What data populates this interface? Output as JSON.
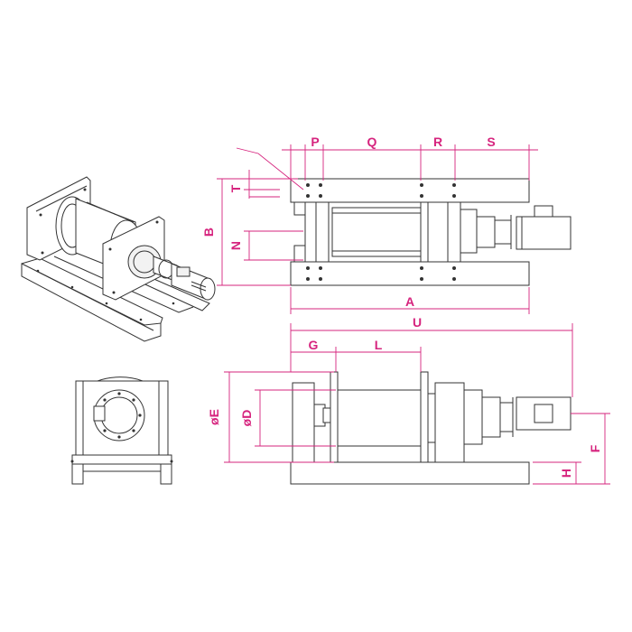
{
  "colors": {
    "line": "#333333",
    "dimension": "#d6247e",
    "background": "#ffffff"
  },
  "dimensions": {
    "P": "P",
    "Q": "Q",
    "R": "R",
    "S": "S",
    "T": "T",
    "B": "B",
    "N": "N",
    "A": "A",
    "U": "U",
    "G": "G",
    "L": "L",
    "E": "øE",
    "D": "øD",
    "F": "F",
    "H": "H"
  }
}
